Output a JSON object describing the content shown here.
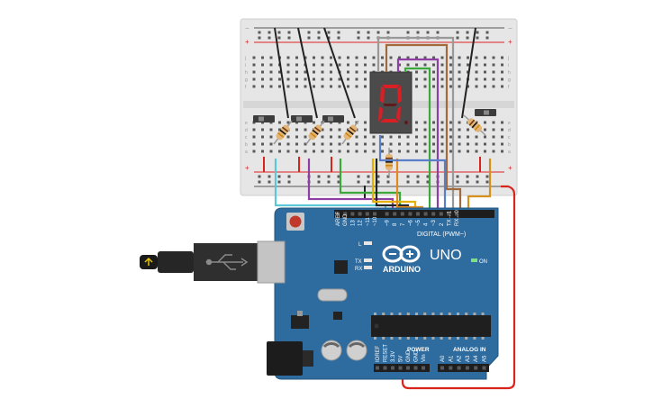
{
  "breadboard": {
    "plus_symbol": "+",
    "minus_symbol": "−",
    "row_letters_top": [
      "j",
      "i",
      "h",
      "g",
      "f"
    ],
    "row_letters_bottom": [
      "e",
      "d",
      "c",
      "b",
      "a"
    ]
  },
  "display": {
    "digit_shown": "0",
    "segment_color": "#d91e24"
  },
  "arduino": {
    "logo_text": "ARDUINO",
    "model_text": "UNO",
    "digital_header_label": "DIGITAL (PWM~)",
    "power_header_label": "POWER",
    "analog_header_label": "ANALOG IN",
    "on_led_label": "ON",
    "led_l_label": "L",
    "tx_label": "TX",
    "rx_label": "RX",
    "top_pins": [
      "AREF",
      "GND",
      "13",
      "12",
      "~11",
      "~10",
      "~9",
      "8",
      "7",
      "~6",
      "~5",
      "4",
      "~3",
      "2",
      "TX→1",
      "RX←0"
    ],
    "power_pins": [
      "IOREF",
      "RESET",
      "3.3V",
      "5V",
      "GND",
      "GND",
      "Vin"
    ],
    "analog_pins": [
      "A0",
      "A1",
      "A2",
      "A3",
      "A4",
      "A5"
    ]
  },
  "wires": [
    {
      "name": "wire-pin13",
      "color": "#5bc8d8"
    },
    {
      "name": "wire-pin12",
      "color": "#8e3fa3"
    },
    {
      "name": "wire-pin11",
      "color": "#3aa83a"
    },
    {
      "name": "wire-pin10",
      "color": "#222222"
    },
    {
      "name": "wire-pin9",
      "color": "#e5b000"
    },
    {
      "name": "wire-pin8",
      "color": "#e28a1e"
    },
    {
      "name": "wire-pin7",
      "color": "#3aa83a"
    },
    {
      "name": "wire-pin6",
      "color": "#8e3fa3"
    },
    {
      "name": "wire-pin5",
      "color": "#5a7ec8"
    },
    {
      "name": "wire-pin4",
      "color": "#999999"
    },
    {
      "name": "wire-pin3",
      "color": "#a06a3c"
    },
    {
      "name": "wire-pin2",
      "color": "#d6901e"
    },
    {
      "name": "wire-5v",
      "color": "#d9241c"
    }
  ]
}
